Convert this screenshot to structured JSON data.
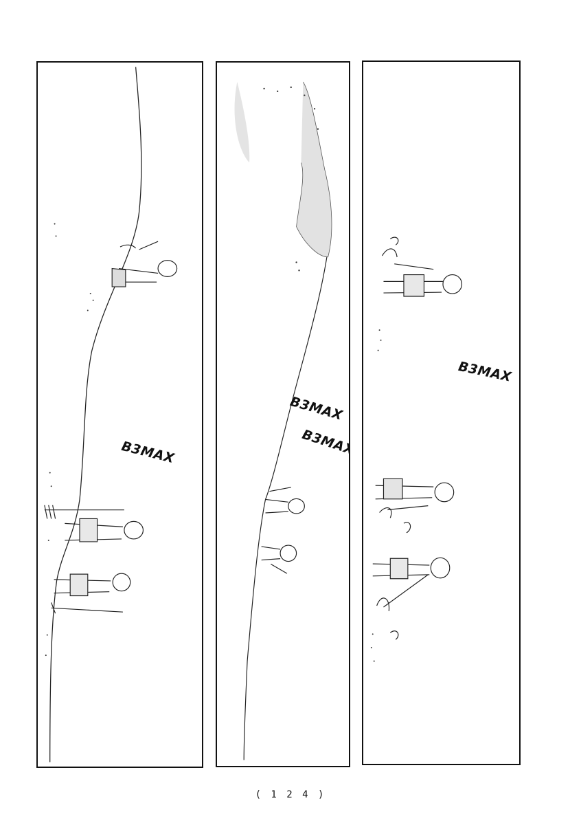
{
  "panels": [
    {
      "sfx": [
        "B3MAX"
      ]
    },
    {
      "sfx": [
        "B3MAX",
        "B3MAX"
      ]
    },
    {
      "sfx": [
        "B3MAX"
      ]
    }
  ],
  "page_number": "( 1 2 4 )"
}
